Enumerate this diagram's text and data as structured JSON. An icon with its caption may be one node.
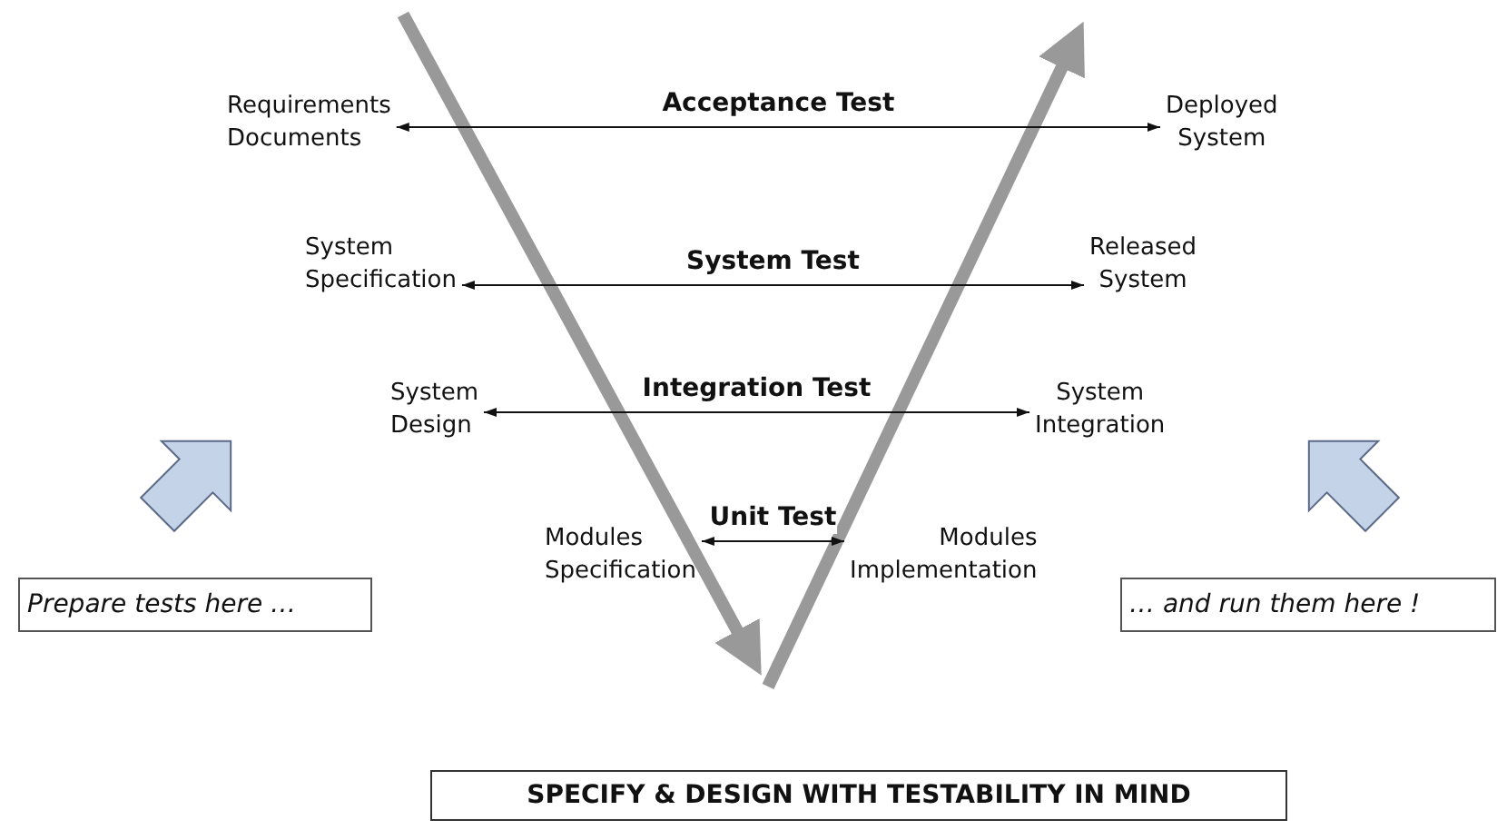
{
  "diagram": {
    "nodes": [
      {
        "text": [
          "Requirements Documents"
        ]
      },
      {
        "text": [
          "System Specification"
        ]
      },
      {
        "text": [
          "System Design"
        ]
      },
      {
        "text": [
          "Modules Specification"
        ]
      },
      {
        "text": [
          "Modules Implementation"
        ]
      },
      {
        "text": [
          "System Integration"
        ]
      },
      {
        "text": [
          "Released System"
        ]
      },
      {
        "text": [
          "Deployed System"
        ]
      },
      {
        "text": [
          "Prepare tests here …"
        ]
      },
      {
        "text": [
          "… and run them here !"
        ]
      },
      {
        "text": [
          "SPECIFY & DESIGN WITH TESTABILITY IN MIND"
        ]
      }
    ],
    "edges": [
      {
        "from": 0,
        "to": 7,
        "arrow": "both",
        "label": "Acceptance Test"
      },
      {
        "from": 1,
        "to": 6,
        "arrow": "both",
        "label": "System Test"
      },
      {
        "from": 2,
        "to": 5,
        "arrow": "both",
        "label": "Integration Test"
      },
      {
        "from": 3,
        "to": 4,
        "arrow": "both",
        "label": "Unit Test"
      }
    ]
  }
}
